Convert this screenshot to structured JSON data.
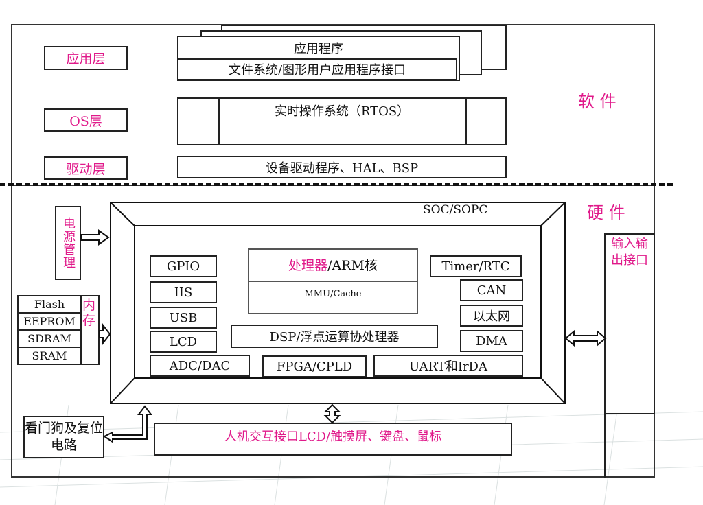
{
  "software_layers": {
    "app": "应用层",
    "os": "OS层",
    "driver": "驱动层"
  },
  "software_blocks": {
    "app_program": "应用程序",
    "fs_gui": "文件系统/图形用户应用程序接口",
    "rtos": "实时操作系统（RTOS）",
    "driver": "设备驱动程序、HAL、BSP"
  },
  "labels": {
    "software": "软 件",
    "hardware": "硬 件"
  },
  "soc": {
    "title": "SOC/SOPC",
    "processor_prefix": "处理器",
    "processor_suffix": "/ARM核",
    "mmu": "MMU/Cache",
    "gpio": "GPIO",
    "iis": "IIS",
    "usb": "USB",
    "lcd": "LCD",
    "adc_dac": "ADC/DAC",
    "fpga": "FPGA/CPLD",
    "uart": "UART和IrDA",
    "dsp": "DSP/浮点运算协处理器",
    "timer": "Timer/RTC",
    "can": "CAN",
    "ethernet": "以太网",
    "dma": "DMA"
  },
  "peripherals": {
    "power": "电源管理",
    "memory_label": "内存",
    "memory_items": [
      "Flash",
      "EEPROM",
      "SDRAM",
      "SRAM"
    ],
    "io": "输入输出接口",
    "watchdog": "看门狗及复位电路",
    "hmi": "人机交互接口LCD/触摸屏、键盘、鼠标"
  },
  "colors": {
    "accent_pink": "#e0198a",
    "line": "#222222"
  }
}
